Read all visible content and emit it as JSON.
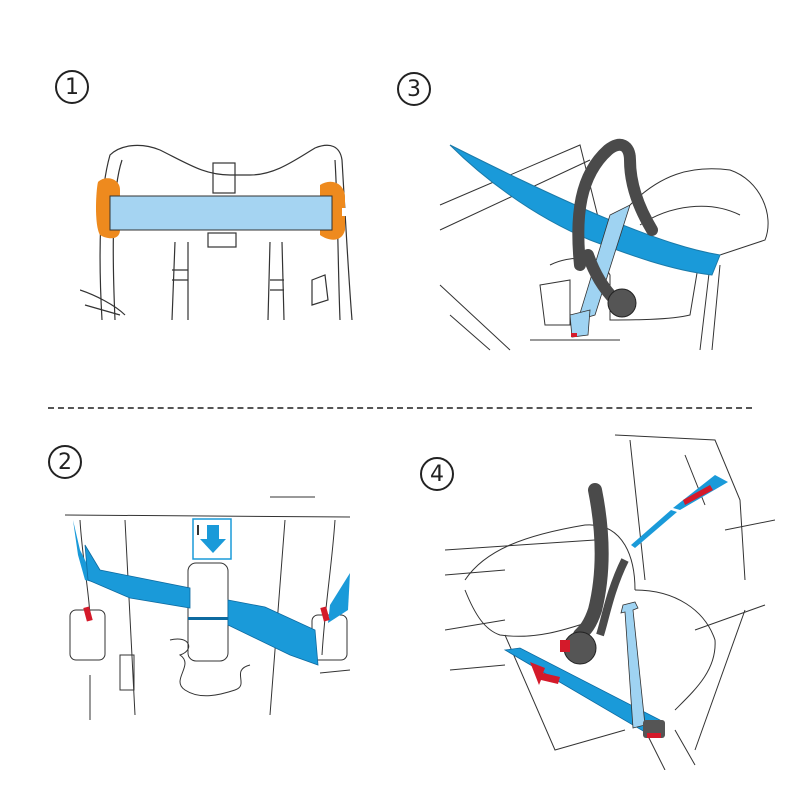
{
  "title": "Infant car seat installation steps",
  "colors": {
    "strap_blue": "#1a9ad9",
    "strap_light_blue": "#9fd3f2",
    "clip_orange": "#ee8a1e",
    "marker_red": "#d41a2a",
    "handle_dark": "#4a4a4a",
    "line": "#333333",
    "divider": "#555555"
  },
  "steps": [
    {
      "number": "1",
      "label": "①",
      "description": "Seat with light blue bar held by orange clips on both sides"
    },
    {
      "number": "2",
      "label": "②",
      "description": "Lap belt routed through blue guides under the seat front, with blue push-down icon"
    },
    {
      "number": "3",
      "label": "③",
      "description": "Side view: seat belt routed across the carrier with handle up"
    },
    {
      "number": "4",
      "label": "④",
      "description": "Side view: lap belt and shoulder belt with red arrows indicating tightening direction"
    }
  ],
  "divider": {
    "style": "dashed"
  }
}
